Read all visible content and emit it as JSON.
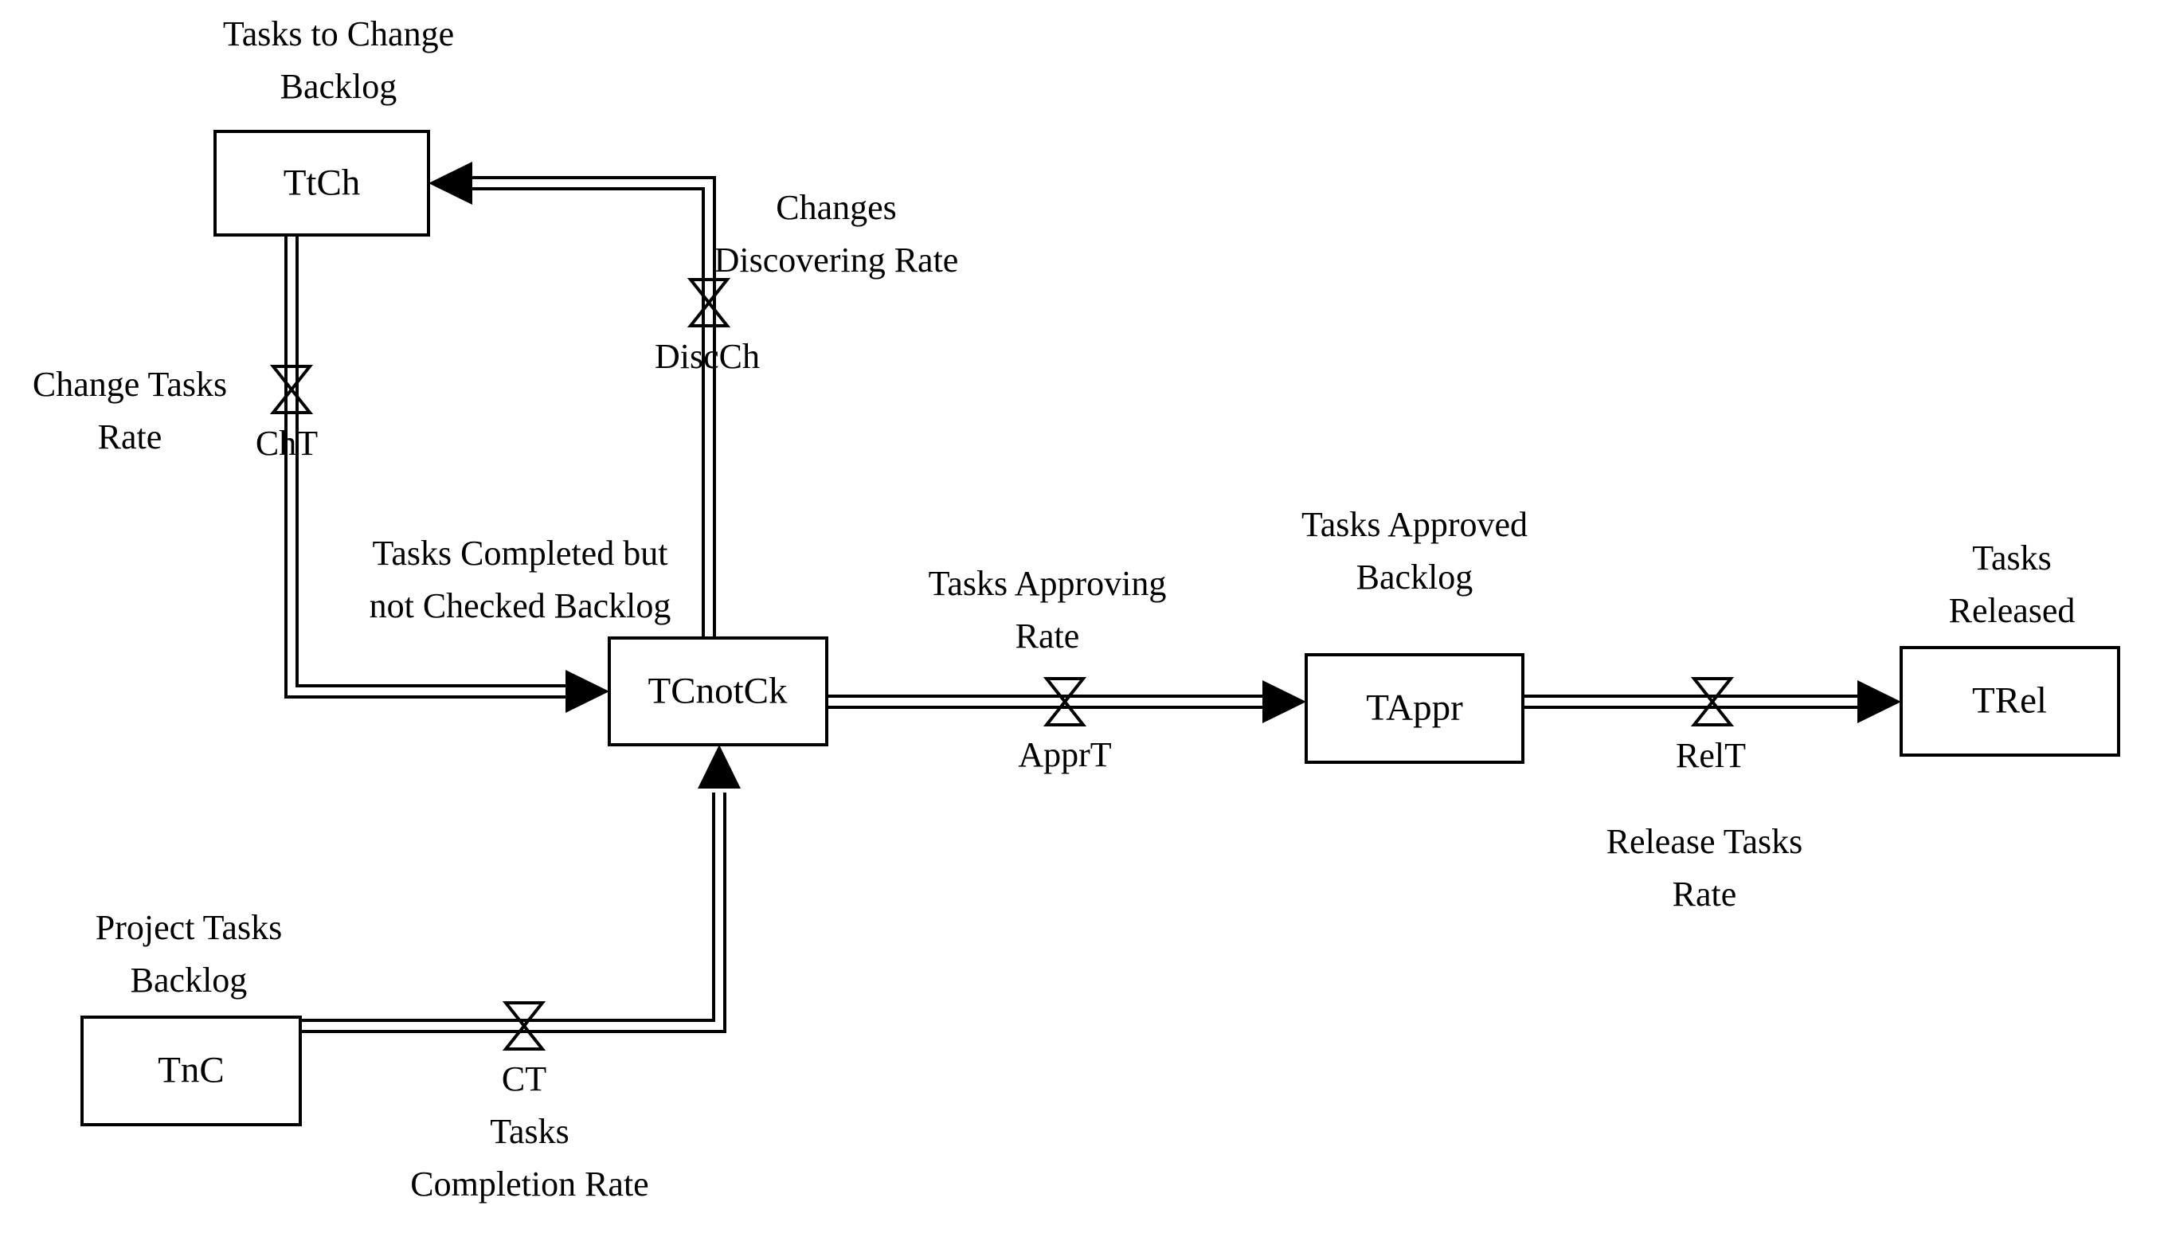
{
  "diagram": {
    "kind": "stock-and-flow",
    "colors": {
      "ink": "#000000",
      "background": "#ffffff"
    },
    "stocks": {
      "ttch": {
        "name": "TtCh",
        "label": "Tasks to Change\nBacklog"
      },
      "tcnotck": {
        "name": "TCnotCk",
        "label": "Tasks Completed but\nnot Checked Backlog"
      },
      "tappr": {
        "name": "TAppr",
        "label": "Tasks Approved\nBacklog"
      },
      "trel": {
        "name": "TRel",
        "label": "Tasks Released"
      },
      "tnc": {
        "name": "TnC",
        "label": "Project Tasks\nBacklog"
      }
    },
    "flows": {
      "cht": {
        "name": "ChT",
        "label": "Change Tasks\nRate"
      },
      "discch": {
        "name": "DiscCh",
        "label": "Changes\nDiscovering Rate"
      },
      "ct": {
        "name": "CT",
        "label": "Tasks\nCompletion Rate"
      },
      "apprt": {
        "name": "ApprT",
        "label": "Tasks Approving\nRate"
      },
      "relt": {
        "name": "RelT",
        "label": "Release Tasks\nRate"
      }
    }
  }
}
